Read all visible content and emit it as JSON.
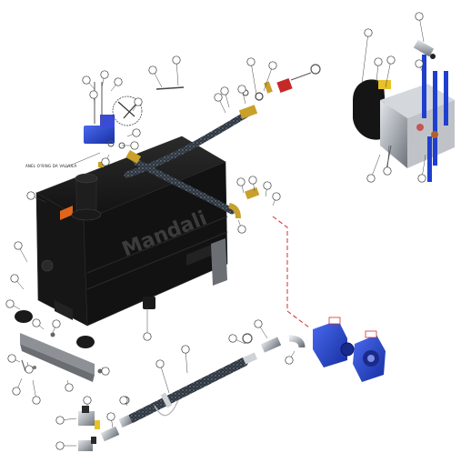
{
  "diagram": {
    "type": "exploded parts diagram",
    "logo_text": "Mandali",
    "annotation_text": "ANEL O'RING DA VALVULA",
    "colors": {
      "tank": "#141414",
      "tank_edge": "#2a2a2a",
      "hose": "#2e3640",
      "hose_dots": "#8a96a0",
      "brass": "#c8a02a",
      "pump_blue": "#1f3fd1",
      "orange_tag": "#e0661c",
      "callout": "#333333",
      "leader_dashed": "#d32f2f",
      "chrome": "#b8bcc2",
      "red_cap": "#c62828"
    },
    "icons": [
      "callout-circle-icon",
      "red-label-box-icon"
    ]
  }
}
